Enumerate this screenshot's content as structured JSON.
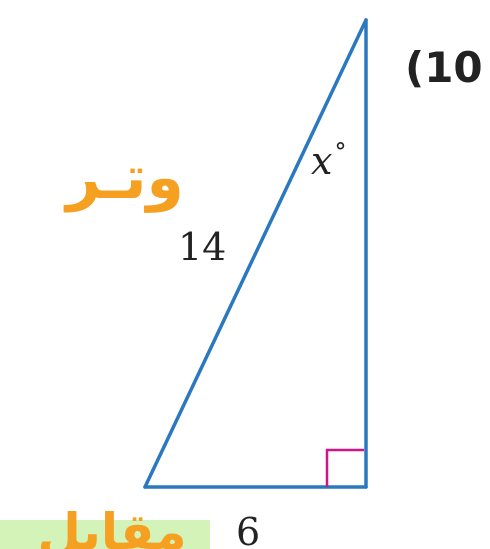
{
  "problem": {
    "number_label": "(10"
  },
  "triangle": {
    "hypotenuse_label": "14",
    "base_label": "6",
    "angle_variable": "x",
    "angle_degree": "°",
    "stroke_color": "#2a78c0",
    "right_angle_color": "#d0148c"
  },
  "annotations": {
    "top_note": "وتـر",
    "bottom_note": "مقابل",
    "note_color": "#f5a020",
    "highlight_color": "#c8f0a6"
  }
}
